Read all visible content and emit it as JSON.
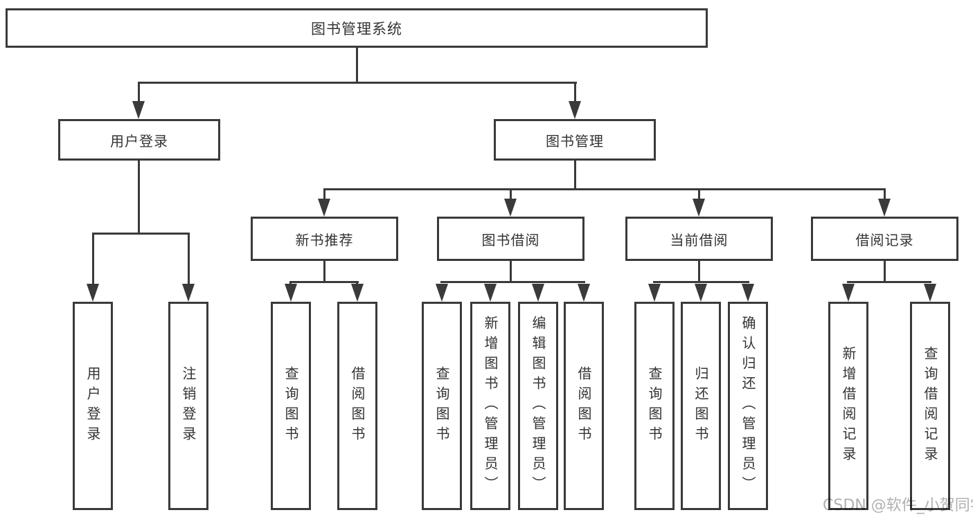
{
  "diagram": {
    "root": {
      "label": "图书管理系统"
    },
    "level2": [
      {
        "label": "用户登录"
      },
      {
        "label": "图书管理"
      }
    ],
    "level3": [
      {
        "label": "新书推荐"
      },
      {
        "label": "图书借阅"
      },
      {
        "label": "当前借阅"
      },
      {
        "label": "借阅记录"
      }
    ],
    "leaves": {
      "login": [
        "用户登录",
        "注销登录"
      ],
      "recommend": [
        "查询图书",
        "借阅图书"
      ],
      "borrow": [
        "查询图书",
        "新增图书（管理员）",
        "编辑图书（管理员）",
        "借阅图书"
      ],
      "current": [
        "查询图书",
        "归还图书",
        "确认归还（管理员）"
      ],
      "records": [
        "新增借阅记录",
        "查询借阅记录"
      ]
    },
    "colors": {
      "line": "#3a3a3a",
      "text": "#333333",
      "box_background": "#ffffff",
      "watermark": "#b0b0b0"
    }
  },
  "watermark": {
    "text": "CSDN @软件_小贺同学"
  }
}
